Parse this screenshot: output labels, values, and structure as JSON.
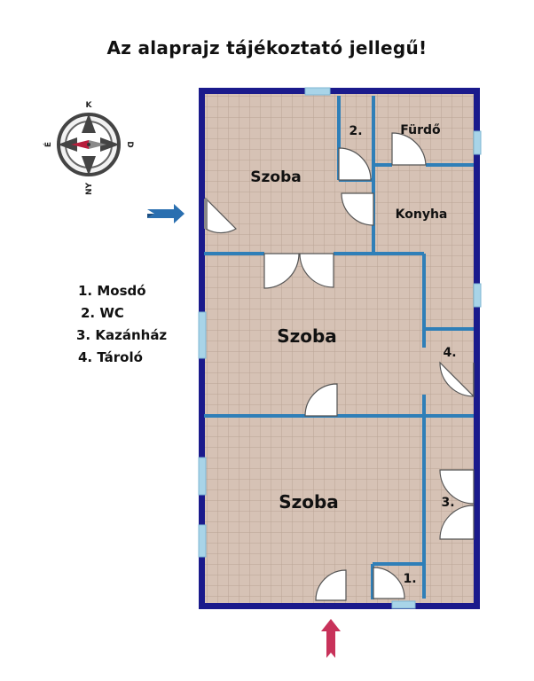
{
  "title": "Az alaprajz tájékoztató jellegű!",
  "compass": {
    "n": "K",
    "e": "D",
    "s": "NY",
    "w": "É"
  },
  "legend": [
    "1. Mosdó",
    "2. WC",
    "3. Kazánház",
    "4. Tároló"
  ],
  "rooms": {
    "szoba_top": "Szoba",
    "szoba_mid": "Szoba",
    "szoba_bottom": "Szoba",
    "furdo": "Fürdő",
    "konyha": "Konyha",
    "wc": "2.",
    "tarolo": "4.",
    "kazanhaz": "3.",
    "mosdo": "1."
  },
  "colors": {
    "outer_wall": "#1a1a8c",
    "inner_wall": "#2f7fb8",
    "floor": "#d6c2b5",
    "tile_line": "#b9a495",
    "window": "#a8d4e8",
    "entry_arrow": "#2a6fb0",
    "bottom_arrow": "#c8325a"
  }
}
